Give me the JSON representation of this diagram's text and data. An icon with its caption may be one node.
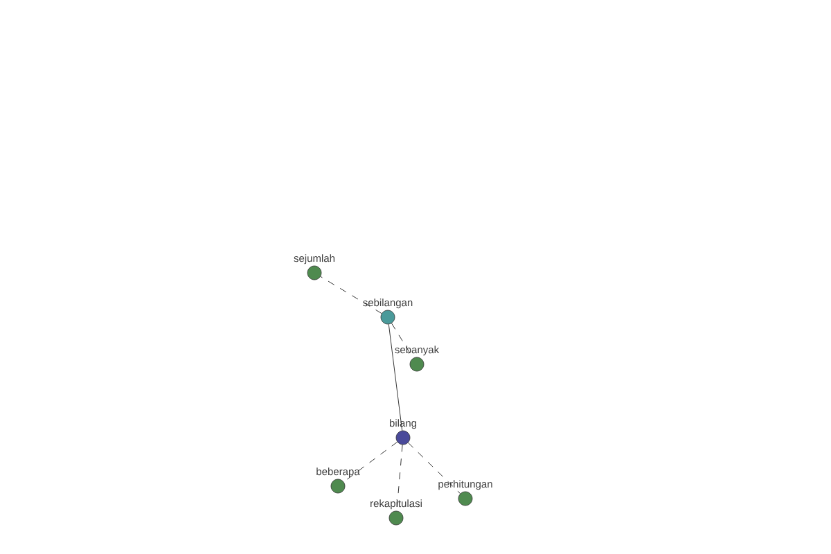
{
  "diagram": {
    "nodes": [
      {
        "text": [
          "sejumlah"
        ]
      },
      {
        "text": [
          "sebilangan"
        ]
      },
      {
        "text": [
          "sebanyak"
        ]
      },
      {
        "text": [
          "bilang"
        ]
      },
      {
        "text": [
          "beberapa"
        ]
      },
      {
        "text": [
          "rekapitulasi"
        ]
      },
      {
        "text": [
          "perhitungan"
        ]
      }
    ],
    "edges": [
      {
        "from": 1,
        "to": 0,
        "arrow": "none",
        "style": "dashed"
      },
      {
        "from": 1,
        "to": 2,
        "arrow": "none",
        "style": "dashed"
      },
      {
        "from": 1,
        "to": 3,
        "arrow": "none"
      },
      {
        "from": 3,
        "to": 4,
        "arrow": "none",
        "style": "dashed"
      },
      {
        "from": 3,
        "to": 5,
        "arrow": "none",
        "style": "dashed"
      },
      {
        "from": 3,
        "to": 6,
        "arrow": "none",
        "style": "dashed"
      }
    ]
  }
}
